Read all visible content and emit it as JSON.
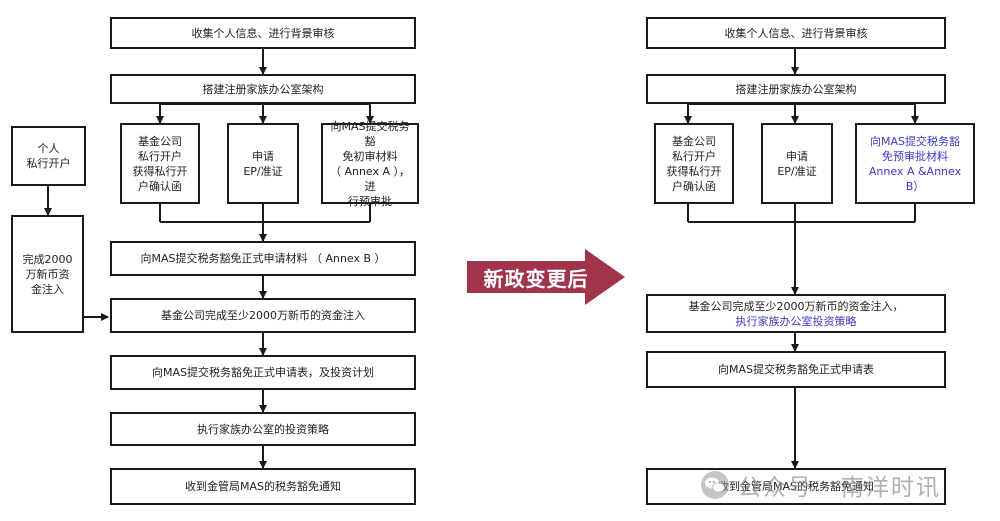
{
  "left": {
    "collect": "收集个人信息、进行背景审核",
    "setup": "搭建注册家族办公室架构",
    "personal_account": "个人\n私行开户",
    "fund_company": "基金公司\n私行开户\n获得私行开\n户确认函",
    "ep": "申请\nEP/准证",
    "annex_a": "向MAS提交税务豁\n免初审材料\n（ Annex A ），进\n行预审批",
    "capital": "完成2000\n万新币资\n金注入",
    "annex_b": "向MAS提交税务豁免正式申请材料 （ Annex B ）",
    "fund_injection": "基金公司完成至少2000万新币的资金注入",
    "formal_plan": "向MAS提交税务豁免正式申请表，及投资计划",
    "strategy": "执行家族办公室的投资策略",
    "notice": "收到金管局MAS的税务豁免通知"
  },
  "policy_change": "新政变更后",
  "right": {
    "collect": "收集个人信息、进行背景审核",
    "setup": "搭建注册家族办公室架构",
    "fund_company": "基金公司\n私行开户\n获得私行开\n户确认函",
    "ep": "申请\nEP/准证",
    "annex_ab": "向MAS提交税务豁\n免预审批材料\nAnnex A &Annex B）",
    "fund_injection_line1": "基金公司完成至少2000万新币的资金注入，",
    "fund_injection_line2": "执行家族办公室投资策略",
    "formal": "向MAS提交税务豁免正式申请表",
    "notice": "收到金管局MAS的税务豁免通知"
  },
  "watermark": "公众号 · 南洋时讯",
  "colors": {
    "policy_arrow": "#a1334a",
    "highlight_text": "#3b3bc6",
    "border": "#1a1a1a"
  }
}
